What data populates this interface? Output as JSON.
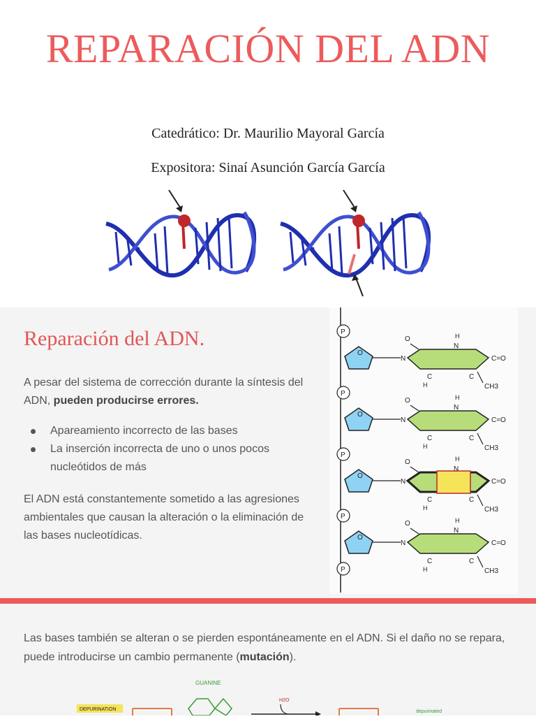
{
  "slide1": {
    "title": "REPARACIÓN DEL ADN",
    "lecturer": "Catedrático: Dr. Maurilio Mayoral García",
    "presenter": "Expositora: Sinaí Asunción García García"
  },
  "slide2": {
    "heading": "Reparación del ADN.",
    "intro_text": "A pesar del sistema de corrección durante la síntesis del ADN, ",
    "intro_bold": "pueden producirse errores.",
    "bullets": [
      "Apareamiento incorrecto de las bases",
      "La inserción incorrecta de uno o unos pocos nucleótidos de más"
    ],
    "closing": "El ADN está constantemente sometido a las agresiones ambientales que causan la alteración o la eliminación de las bases nucleotídicas.",
    "figure_labels": {
      "phosphate": "P",
      "sugar_oxygen": "O",
      "nitrogen": "N",
      "hydrogen": "H",
      "ring_carbon": "C",
      "carbonyl": "O",
      "carbonyl_right": "C=O",
      "methyl": "CH3"
    }
  },
  "slide3": {
    "text_before": "Las bases también se alteran o se pierden espontáneamente en el ADN. Si el daño no se repara, puede introducirse un cambio permanente (",
    "text_bold": "mutación",
    "text_after": ").",
    "figure_labels": {
      "guanine": "GUANINE",
      "depurination": "DEPURINATION",
      "water": "H2O",
      "product": "depurinated"
    }
  },
  "colors": {
    "accent": "#ec5b5b",
    "helix_blue": "#1f2fb0",
    "helix_red": "#c0262a",
    "sugar": "#8fd3f4",
    "base": "#b7dd7a",
    "highlight": "#f5e35a"
  }
}
